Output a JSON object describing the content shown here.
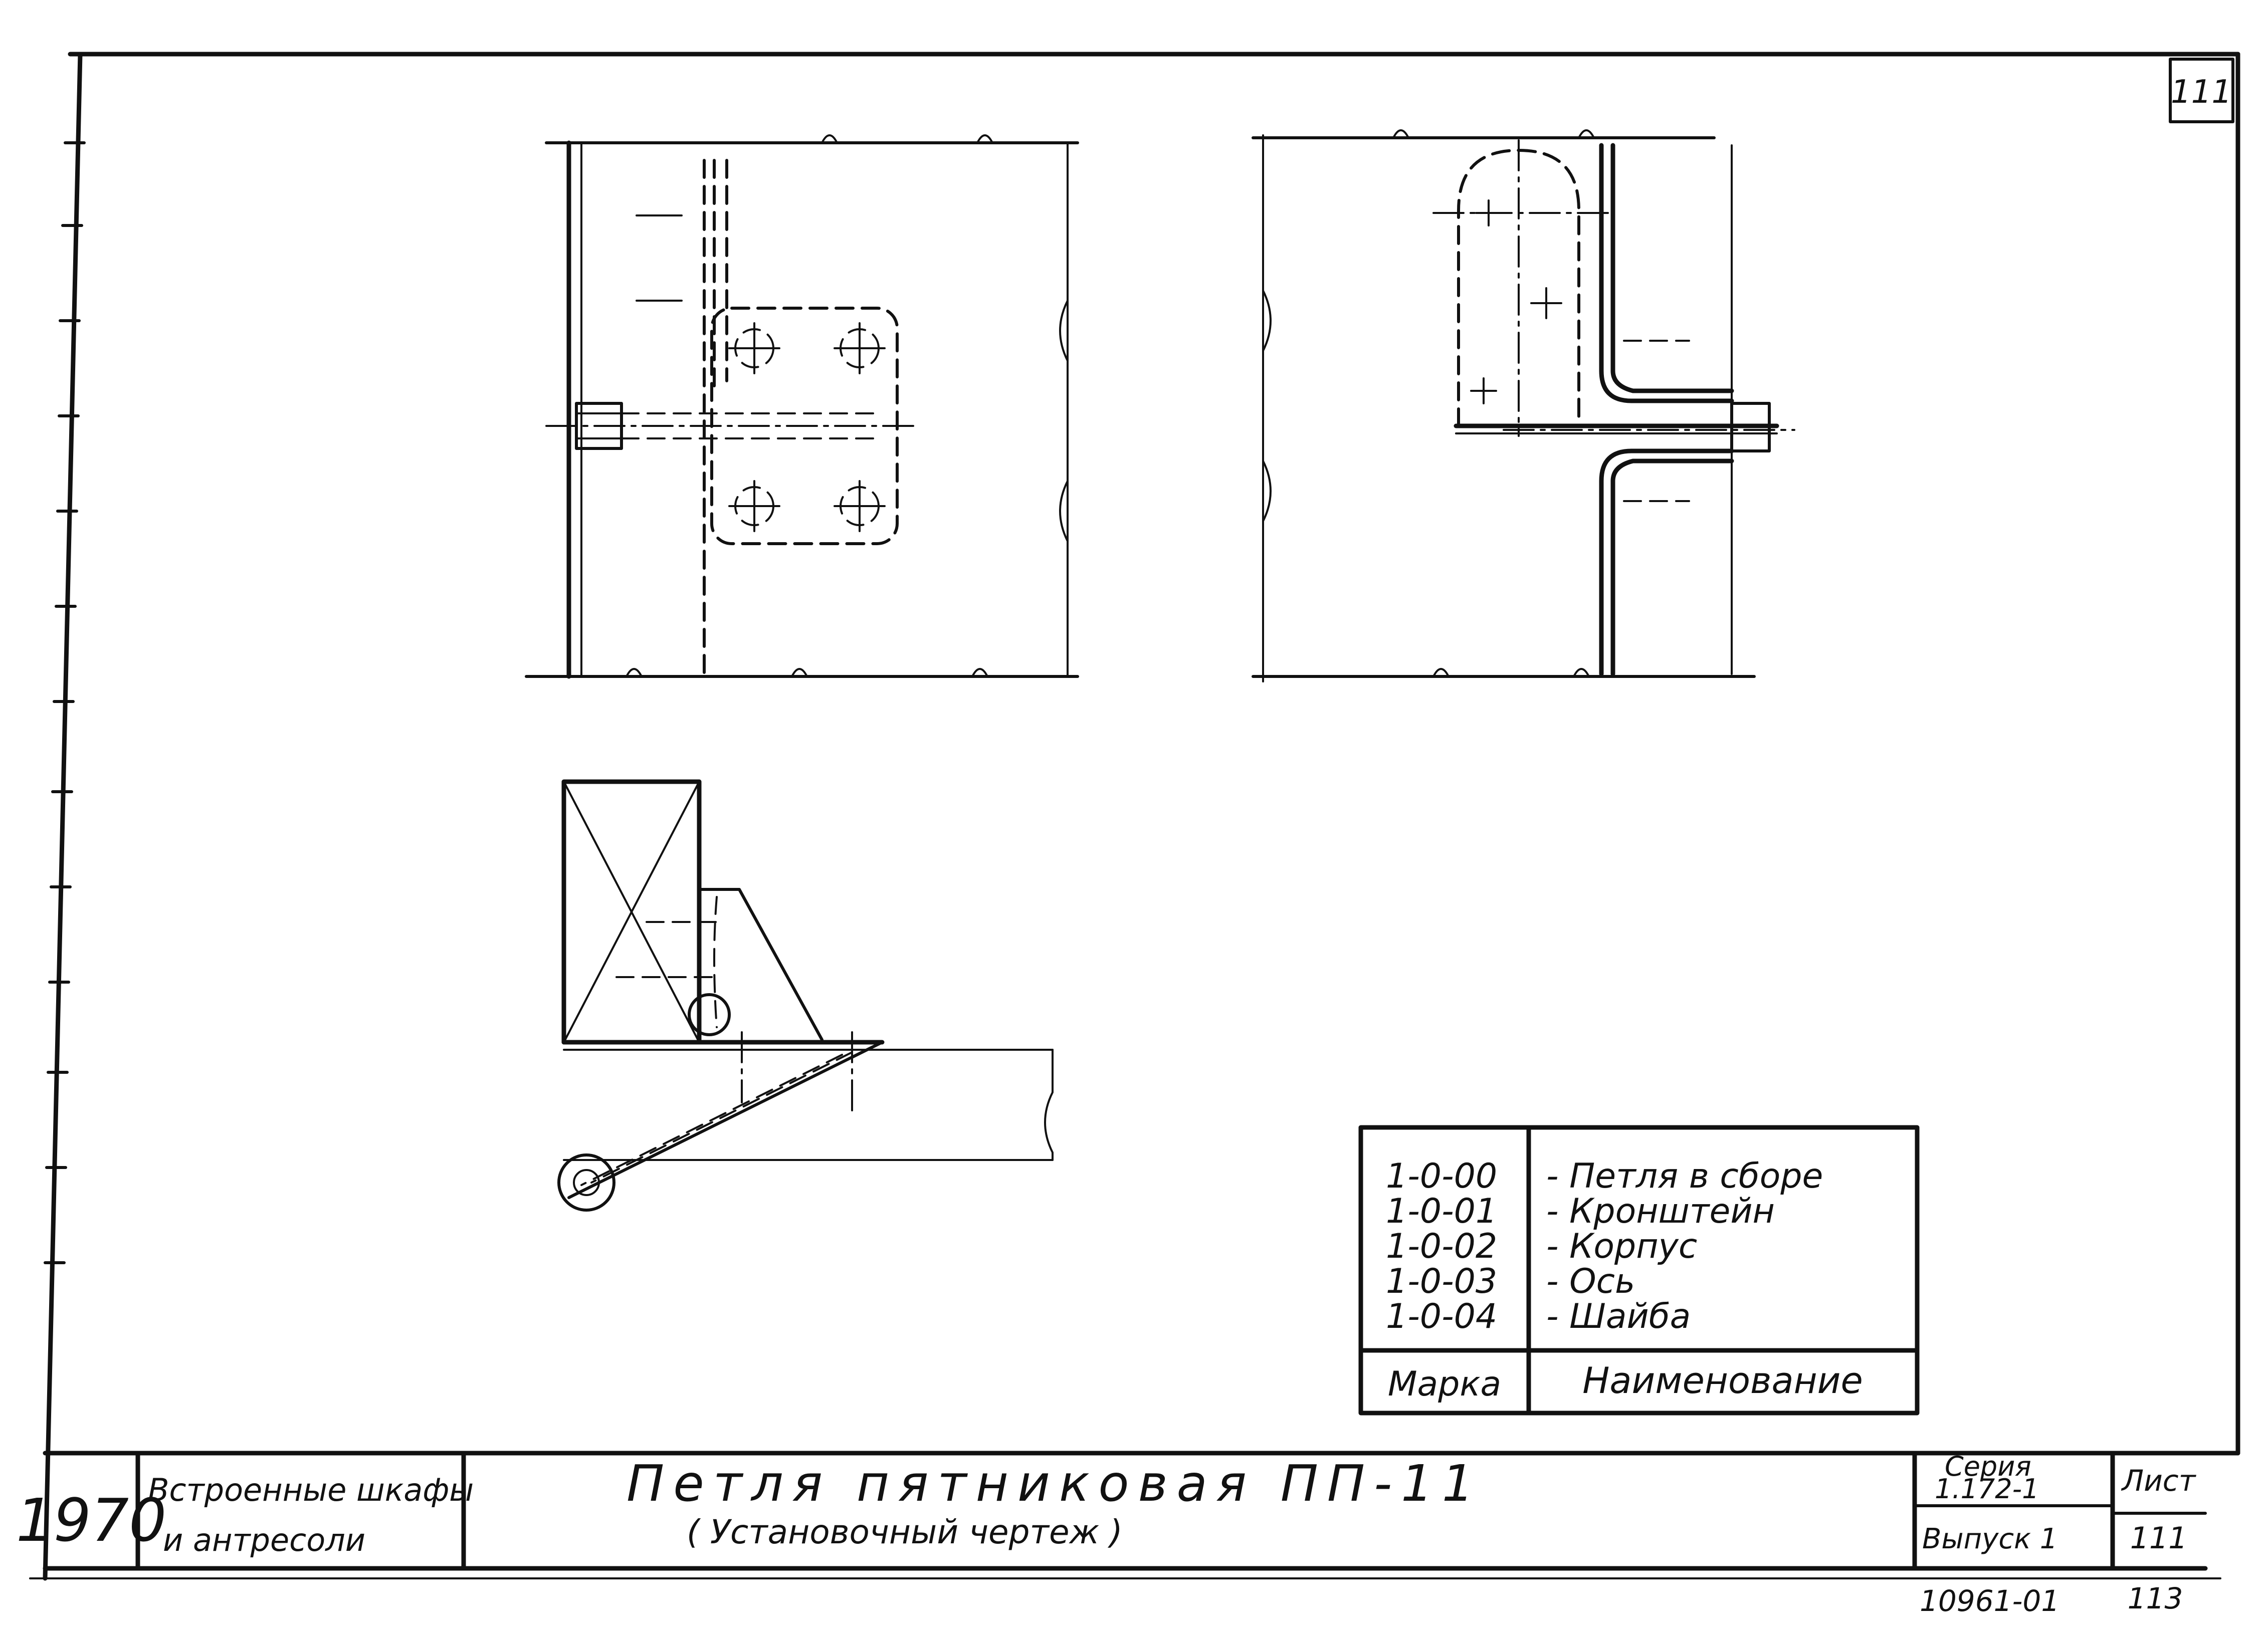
{
  "sheet_corner_number": "111",
  "legend": {
    "rows": [
      {
        "mark": "1-0-00",
        "name": "- Петля в сборе"
      },
      {
        "mark": "1-0-01",
        "name": "- Кронштейн"
      },
      {
        "mark": "1-0-02",
        "name": "- Корпус"
      },
      {
        "mark": "1-0-03",
        "name": "- Ось"
      },
      {
        "mark": "1-0-04",
        "name": "- Шайба"
      }
    ],
    "header_mark": "Марка",
    "header_name": "Наименование"
  },
  "title_block": {
    "year": "1970",
    "project_line1": "Встроенные шкафы",
    "project_line2": "и антресоли",
    "title": "Петля пятниковая ПП-11",
    "subtitle": "( Установочный чертеж )",
    "series_label": "Серия",
    "series_value": "1.172-1",
    "issue": "Выпуск 1",
    "sheet_label": "Лист",
    "sheet_number": "111",
    "bottom_code": "10961-01",
    "bottom_page": "113"
  }
}
